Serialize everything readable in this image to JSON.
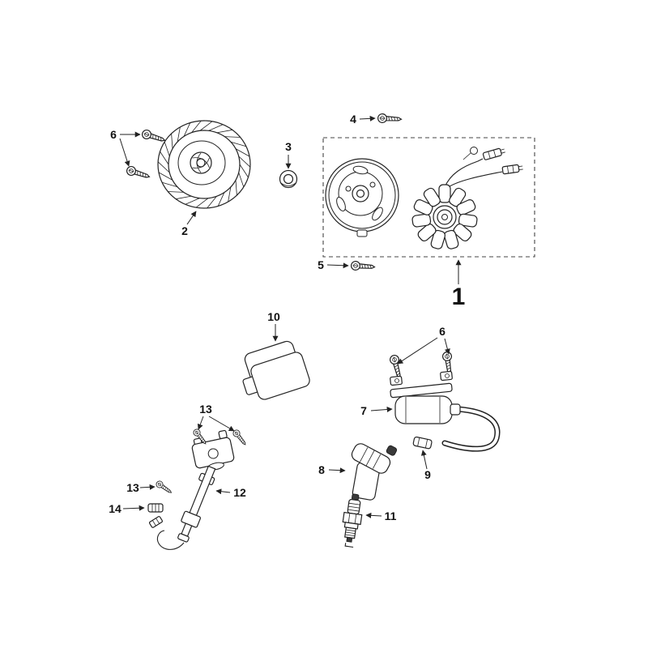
{
  "page": {
    "background": "#ffffff",
    "ink": "#222222"
  },
  "diagram": {
    "type": "exploded-parts-diagram",
    "labels": {
      "p1": "1",
      "p2": "2",
      "p3": "3",
      "p4": "4",
      "p5": "5",
      "p6_top": "6",
      "p6_coil": "6",
      "p7": "7",
      "p8": "8",
      "p9": "9",
      "p10": "10",
      "p11": "11",
      "p12": "12",
      "p13_top": "13",
      "p13_left": "13",
      "p14": "14"
    }
  }
}
